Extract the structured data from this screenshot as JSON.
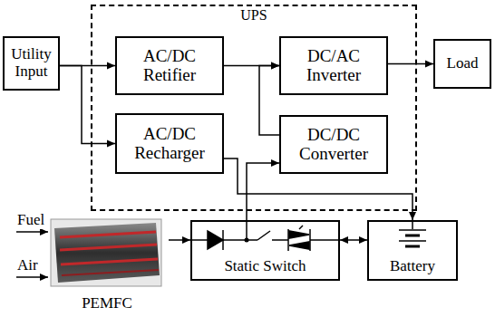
{
  "diagram": {
    "nodes": [
      {
        "text": [
          "Utility Input"
        ]
      },
      {
        "text": [
          "UPS"
        ]
      },
      {
        "text": [
          "AC/DC Retifier"
        ],
        "in": 1
      },
      {
        "text": [
          "DC/AC Inverter"
        ],
        "in": 1
      },
      {
        "text": [
          "Load"
        ]
      },
      {
        "text": [
          "AC/DC Recharger"
        ],
        "in": 1
      },
      {
        "text": [
          "DC/DC Converter"
        ],
        "in": 1
      },
      {
        "text": [
          "PEMFC"
        ]
      },
      {
        "text": [
          "Static Switch"
        ]
      },
      {
        "text": [
          "Battery"
        ]
      }
    ],
    "edges": [
      {
        "from": 0,
        "to": 2,
        "arrow": "to"
      },
      {
        "from": 0,
        "to": 5,
        "arrow": "to"
      },
      {
        "from": 2,
        "to": 3,
        "arrow": "to"
      },
      {
        "from": 3,
        "to": 4,
        "arrow": "to"
      },
      {
        "from": 6,
        "to": 3,
        "arrow": "to"
      },
      {
        "from": 5,
        "to": 9,
        "arrow": "to"
      },
      {
        "from": 7,
        "to": 8,
        "arrow": "to"
      },
      {
        "from": 8,
        "to": 6,
        "arrow": "to"
      },
      {
        "from": 8,
        "to": 9,
        "arrow": "both"
      }
    ],
    "labels": [
      "Fuel",
      "Air"
    ]
  }
}
